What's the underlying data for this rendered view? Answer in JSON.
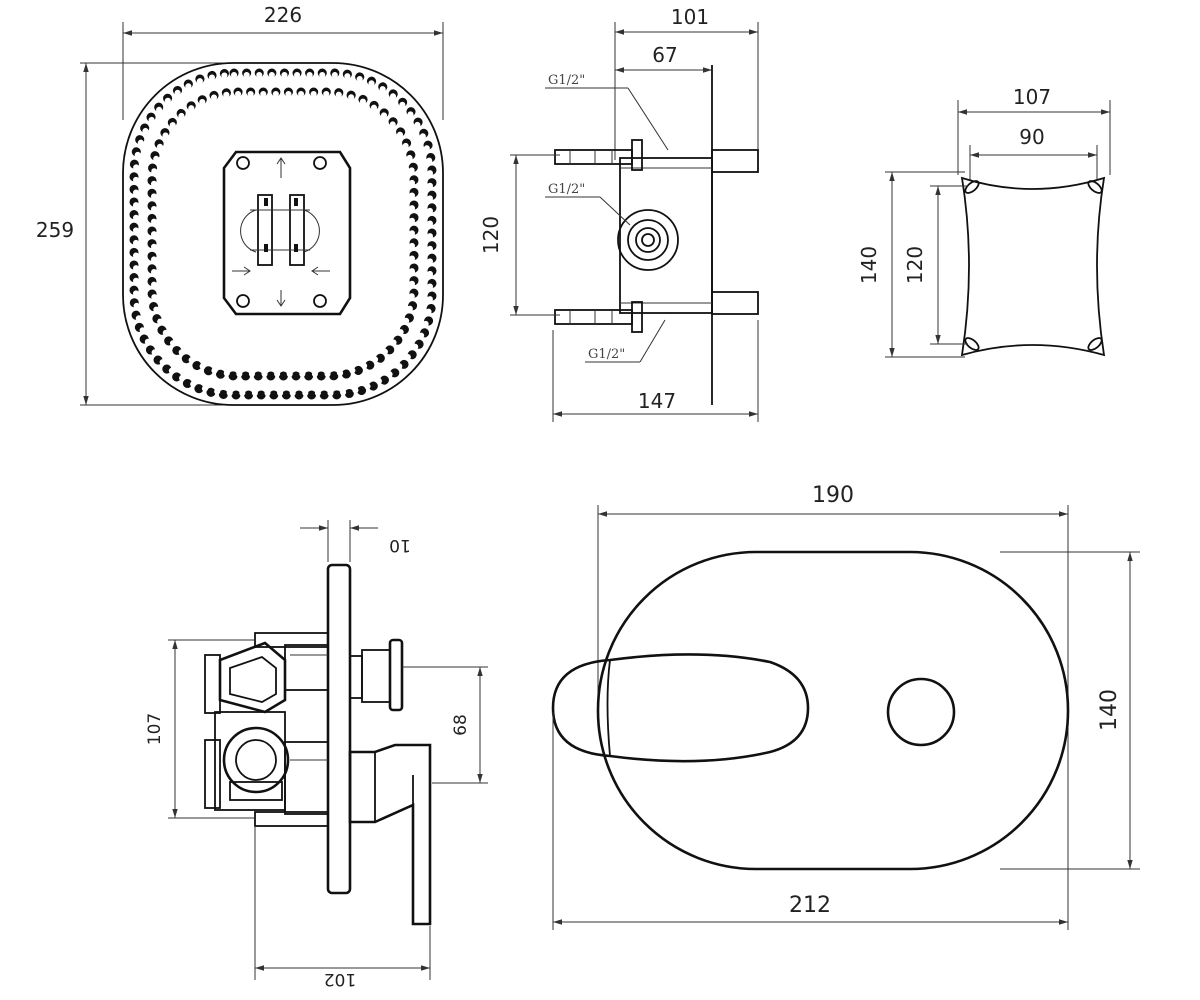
{
  "views": {
    "front_box": {
      "width_dim": "226",
      "height_dim": "259"
    },
    "side_box": {
      "overall_dim": "101",
      "inner_dim": "67",
      "height_dim": "120",
      "depth_dim": "147",
      "port_top": "G1/2\"",
      "port_mid": "G1/2\"",
      "port_bottom": "G1/2\""
    },
    "mount_plate": {
      "outer_width_dim": "107",
      "inner_width_dim": "90",
      "outer_height_dim": "140",
      "inner_height_dim": "120"
    },
    "valve_side": {
      "plate_offset_dim": "10",
      "body_height_dim": "107",
      "spindle_dim": "68",
      "depth_dim": "102"
    },
    "cover_plate": {
      "inner_width_dim": "190",
      "outer_width_dim": "212",
      "height_dim": "140"
    }
  },
  "colors": {
    "line": "#111111",
    "background": "#ffffff"
  }
}
